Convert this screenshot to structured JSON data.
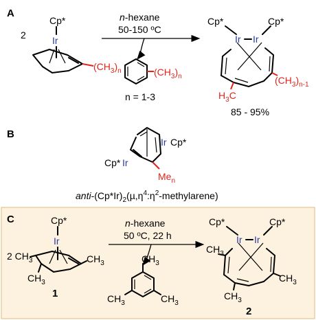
{
  "colors": {
    "iridium": "#2b3a9b",
    "methyl": "#e0231c",
    "panel_c_bg": "#fdf2df",
    "panel_c_border": "#e3c48f"
  },
  "section_a": {
    "label": "A",
    "coefficient": "2",
    "cp_top": "Cp*",
    "metal": "Ir",
    "substituent": "(CH",
    "substituent_sub": "3",
    "substituent_close": ")",
    "substituent_n": "n",
    "solvent_italic": "n",
    "solvent_rest": "-hexane",
    "temperature": "50-150 ºC",
    "byproduct_sub": "(CH",
    "byproduct_sub_3": "3",
    "byproduct_close": ")",
    "byproduct_n": "n",
    "n_range": "n = 1-3",
    "product_cp_left": "Cp*",
    "product_cp_right": "Cp*",
    "product_ir1": "Ir",
    "product_ir2": "Ir",
    "product_me": "H",
    "product_me_3": "3",
    "product_me_c": "C",
    "product_sub": "(CH",
    "product_sub_3": "3",
    "product_sub_close": ")",
    "product_sub_n": "n-1",
    "yield": "85 - 95%"
  },
  "section_b": {
    "label": "B",
    "cp_right": "Cp*",
    "cp_left": "Cp*",
    "metal_right": "Ir",
    "metal_left": "Ir",
    "methyl": "Me",
    "methyl_n": "n",
    "caption_italic": "anti",
    "caption_a": "-(Cp*Ir)",
    "caption_2": "2",
    "caption_b": "(µ,η",
    "caption_4": "4",
    "caption_c": ":η",
    "caption_2b": "2",
    "caption_d": "-methylarene)"
  },
  "section_c": {
    "label": "C",
    "cp_top": "Cp*",
    "metal": "Ir",
    "coefficient_me": "2 CH",
    "coefficient_me_3": "3",
    "me_right": "CH",
    "me_right_3": "3",
    "me_bottom": "CH",
    "me_bottom_3": "3",
    "compound_1": "1",
    "solvent_italic": "n",
    "solvent_rest": "-hexane",
    "conditions": "50 ºC, 22 h",
    "mes_top": "CH",
    "mes_top_3": "3",
    "mes_left": "CH",
    "mes_left_3": "3",
    "mes_right": "CH",
    "mes_right_3": "3",
    "product_cp_left": "Cp*",
    "product_cp_right": "Cp*",
    "product_ir1": "Ir",
    "product_ir2": "Ir",
    "product_me_left": "CH",
    "product_me_left_3": "3",
    "product_me_right": "CH",
    "product_me_right_3": "3",
    "product_me_bottom": "CH",
    "product_me_bottom_3": "3",
    "compound_2": "2"
  }
}
